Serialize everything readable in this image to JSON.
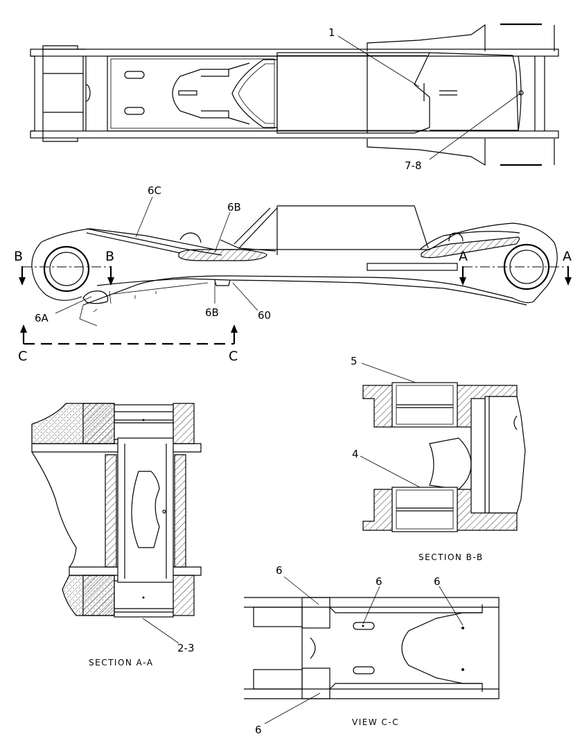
{
  "callouts": {
    "c1": "1",
    "c78": "7-8",
    "c6C": "6C",
    "c6B_top": "6B",
    "c6A": "6A",
    "c6B_bot": "6B",
    "c60": "60",
    "c5": "5",
    "c4": "4",
    "c23": "2-3",
    "c6_a": "6",
    "c6_b": "6",
    "c6_c": "6",
    "c6_d": "6"
  },
  "section_markers": {
    "a_left": "A",
    "a_right": "A",
    "b_left": "B",
    "b_right": "B",
    "c_left": "C",
    "c_right": "C"
  },
  "section_titles": {
    "aa": "SECTION A-A",
    "bb": "SECTION B-B",
    "cc": "VIEW C-C"
  }
}
